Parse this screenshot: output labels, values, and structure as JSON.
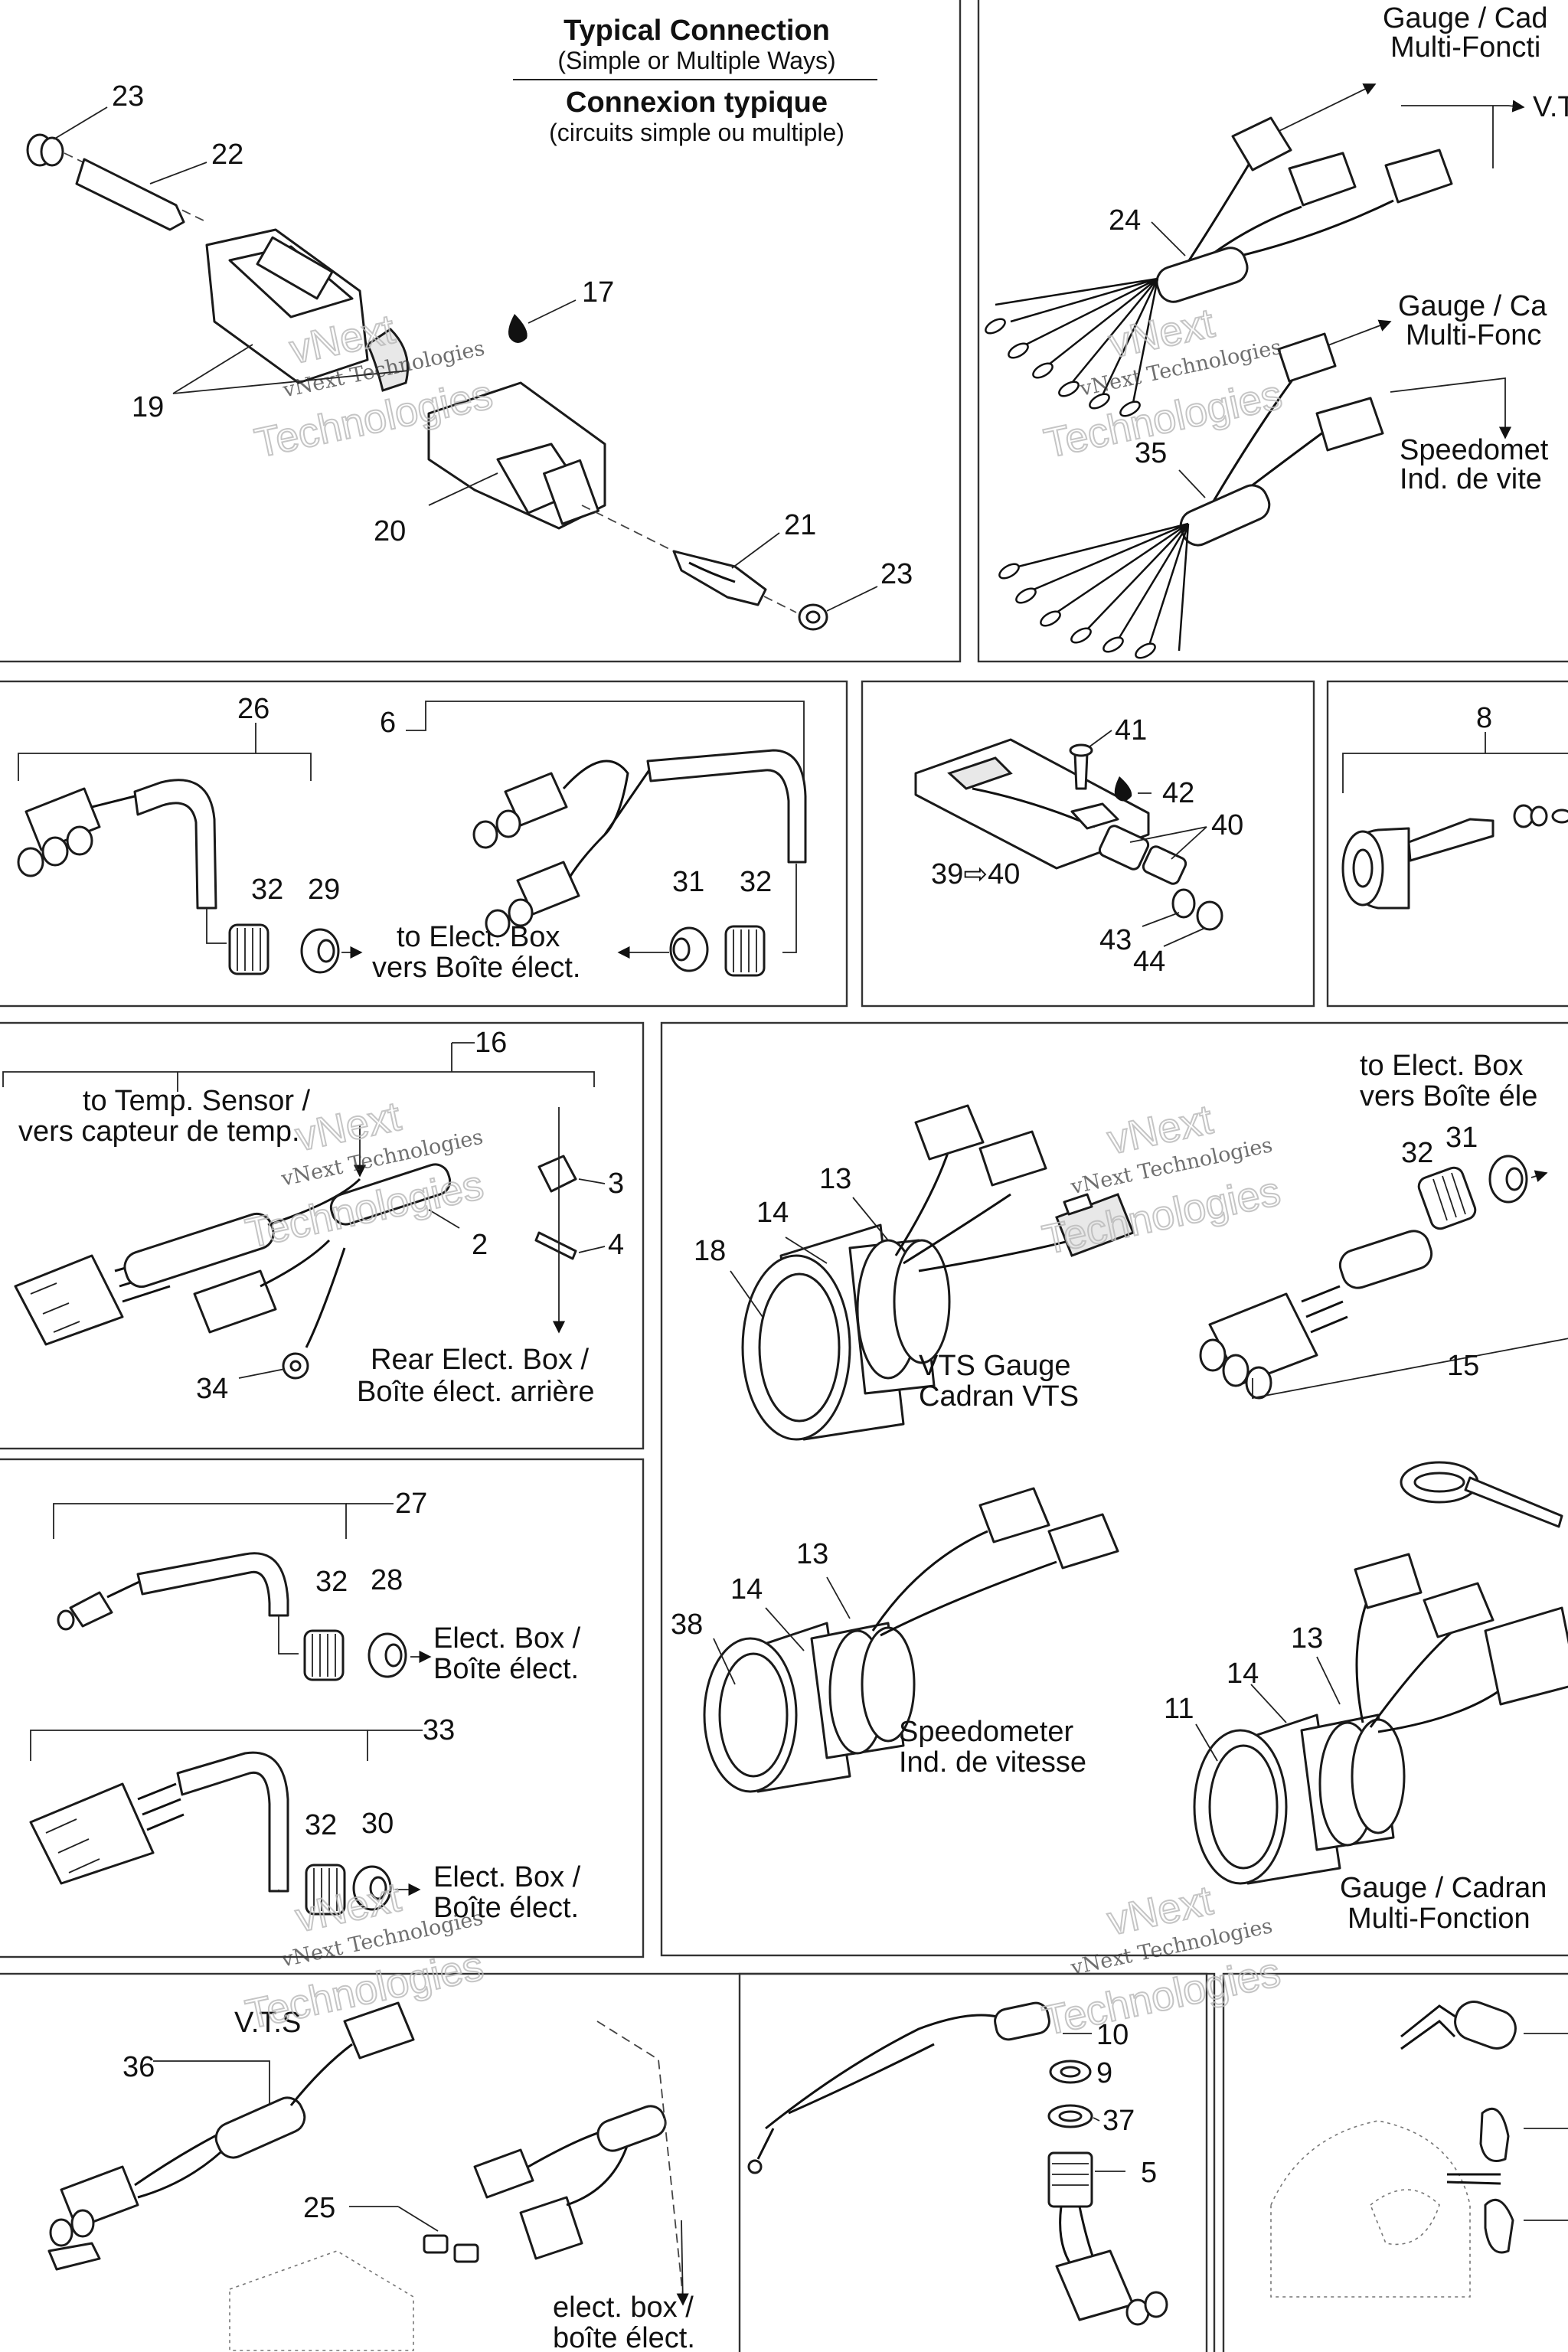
{
  "typical_connection": {
    "title_en": "Typical Connection",
    "subtitle_en": "(Simple or Multiple Ways)",
    "title_fr": "Connexion typique",
    "subtitle_fr": "(circuits simple ou multiple)"
  },
  "labels": {
    "gauge_top_1": "Gauge / Cad",
    "gauge_top_2": "Multi-Foncti",
    "vt_arrow": "V.T",
    "gauge_mid_1": "Gauge / Ca",
    "gauge_mid_2": "Multi-Fonc",
    "speedo_cut_1": "Speedomet",
    "speedo_cut_2": "Ind. de vite",
    "elect_box_a_1": "to Elect. Box",
    "elect_box_a_2": "vers Boîte élect.",
    "temp_sensor_1": "to Temp. Sensor /",
    "temp_sensor_2": "vers capteur de temp.",
    "rear_box_1": "Rear Elect. Box /",
    "rear_box_2": "Boîte élect. arrière",
    "vts_gauge_1": "VTS Gauge",
    "vts_gauge_2": "Cadran VTS",
    "elect_box_b_1": "to Elect. Box",
    "elect_box_b_2": "vers Boîte éle",
    "speedometer_1": "Speedometer",
    "speedometer_2": "Ind. de vitesse",
    "gauge_multi_1": "Gauge / Cadran",
    "gauge_multi_2": "Multi-Fonction",
    "elect_box_c_1": "Elect. Box /",
    "elect_box_c_2": "Boîte élect.",
    "elect_box_d_1": "Elect. Box /",
    "elect_box_d_2": "Boîte élect.",
    "vts": "V.T.S",
    "elect_box_e_1": "elect. box /",
    "elect_box_e_2": "boîte élect.",
    "ref_39_40": "39⇨40"
  },
  "callouts": {
    "p23a": "23",
    "p22": "22",
    "p17": "17",
    "p19": "19",
    "p20": "20",
    "p21": "21",
    "p23b": "23",
    "p24": "24",
    "p35": "35",
    "p26": "26",
    "p6": "6",
    "p32a": "32",
    "p29": "29",
    "p31a": "31",
    "p32b": "32",
    "p41": "41",
    "p42": "42",
    "p40": "40",
    "p43": "43",
    "p44": "44",
    "p8": "8",
    "p16": "16",
    "p3": "3",
    "p4": "4",
    "p2": "2",
    "p34": "34",
    "p13a": "13",
    "p14a": "14",
    "p18": "18",
    "p32c": "32",
    "p31b": "31",
    "p15": "15",
    "p27": "27",
    "p32d": "32",
    "p28": "28",
    "p33": "33",
    "p32e": "32",
    "p30": "30",
    "p13b": "13",
    "p14b": "14",
    "p38": "38",
    "p13c": "13",
    "p14c": "14",
    "p11": "11",
    "p36": "36",
    "p25": "25",
    "p10": "10",
    "p9": "9",
    "p37": "37",
    "p5": "5"
  },
  "watermark": {
    "line1": "vNext",
    "line2": "vNext Technologies",
    "line3": "Technologies"
  }
}
